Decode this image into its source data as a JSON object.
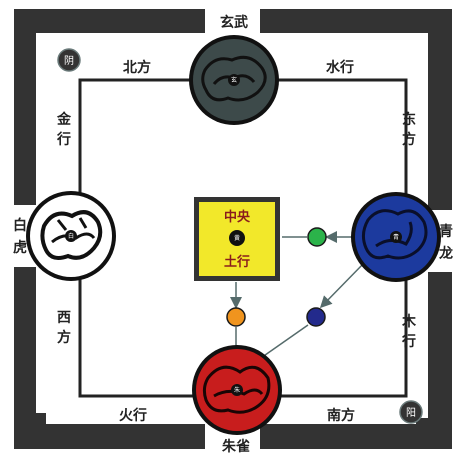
{
  "directions": {
    "north": "北方",
    "east": "东方",
    "south": "南方",
    "west": "西方"
  },
  "phases": {
    "water": "水行",
    "wood": "木行",
    "fire": "火行",
    "metal": "金行",
    "earth": "土行"
  },
  "symbols": {
    "north": "玄武",
    "east": "青龙",
    "south": "朱雀",
    "west": "白虎"
  },
  "center": {
    "top": "中央",
    "bottom": "土行"
  },
  "corners": {
    "yin": "阴",
    "yang": "阳"
  },
  "colors": {
    "frame": "#333333",
    "north_disc": "#3d4a4a",
    "east_disc": "#1c3a9e",
    "south_disc": "#c81d1d",
    "west_disc": "#ffffff",
    "center_box": "#f2e82a",
    "dot_green": "#2bb34a",
    "dot_orange": "#f0941e",
    "dot_navy": "#232a8c"
  }
}
